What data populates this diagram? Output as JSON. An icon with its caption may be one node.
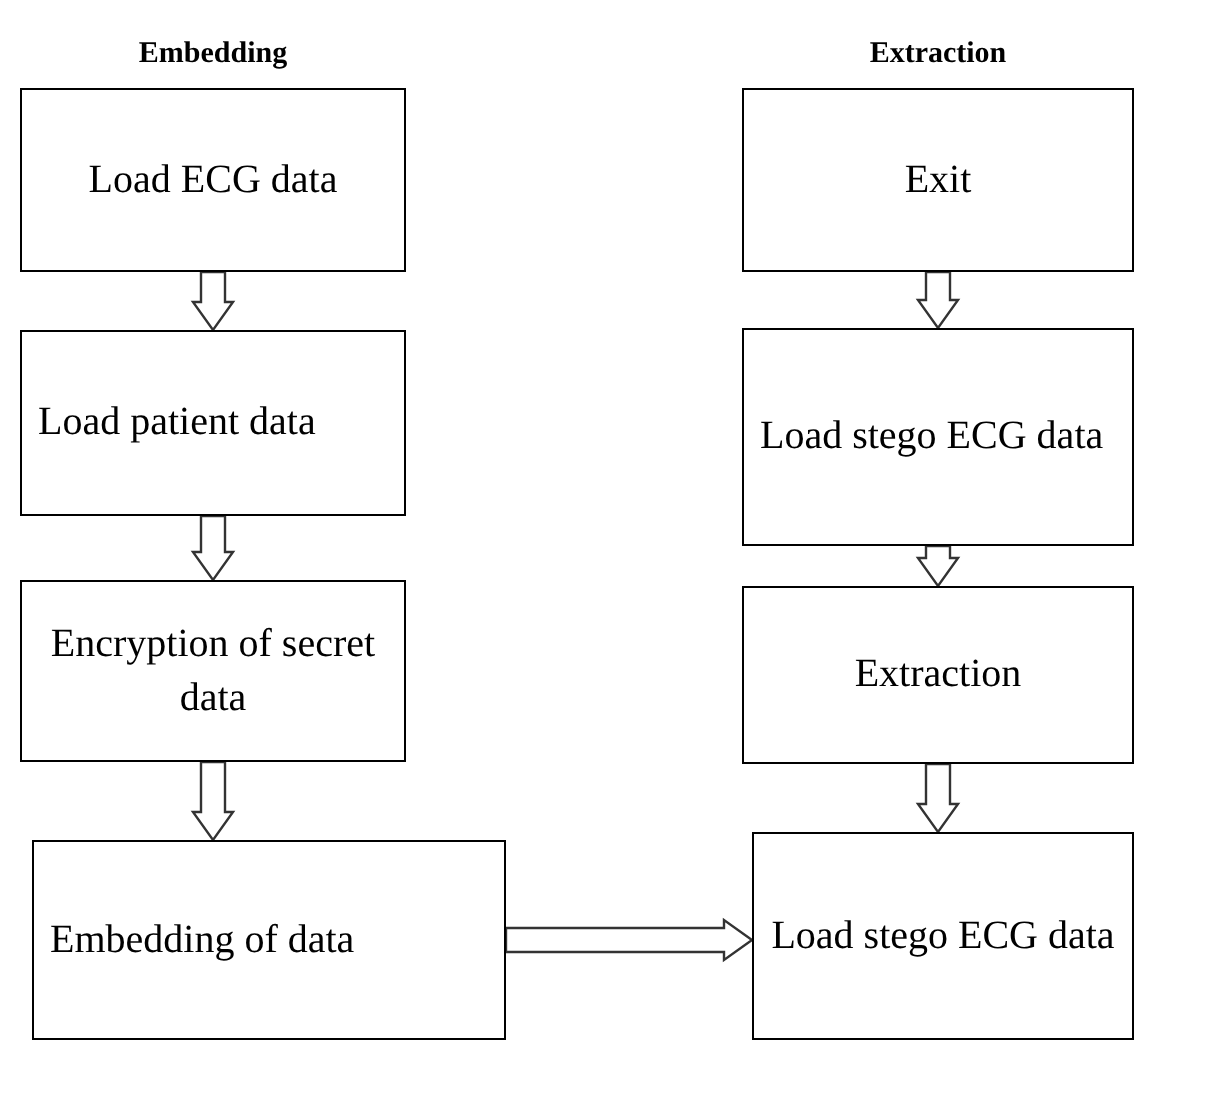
{
  "diagram": {
    "nodes": [
      {
        "text": [
          "Load ECG data"
        ]
      },
      {
        "text": [
          "Load patient data"
        ]
      },
      {
        "text": [
          "Encryption of secret data"
        ]
      },
      {
        "text": [
          "Embedding of data"
        ]
      },
      {
        "text": [
          "Exit"
        ]
      },
      {
        "text": [
          "Load stego ECG data"
        ]
      },
      {
        "text": [
          "Extraction"
        ]
      },
      {
        "text": [
          "Load stego ECG data"
        ]
      }
    ],
    "edges": [
      {
        "from": 0,
        "to": 1,
        "arrow": "to"
      },
      {
        "from": 1,
        "to": 2,
        "arrow": "to"
      },
      {
        "from": 2,
        "to": 3,
        "arrow": "to"
      },
      {
        "from": 3,
        "to": 7,
        "arrow": "to"
      },
      {
        "from": 4,
        "to": 5,
        "arrow": "to"
      },
      {
        "from": 5,
        "to": 6,
        "arrow": "to"
      },
      {
        "from": 6,
        "to": 7,
        "arrow": "to"
      }
    ],
    "labels": [
      "Embedding",
      "Extraction"
    ]
  }
}
